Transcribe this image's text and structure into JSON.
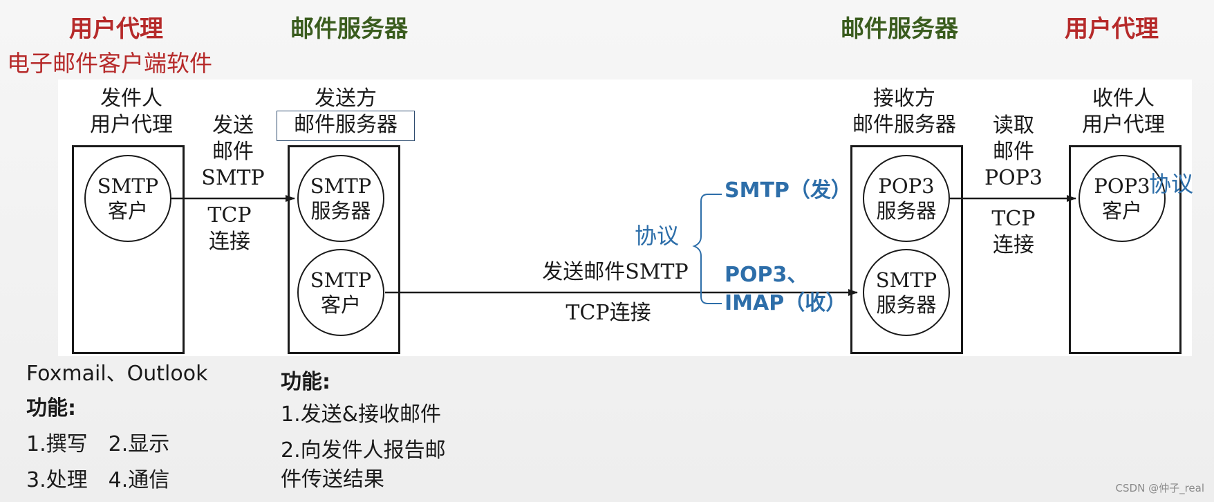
{
  "header": {
    "left_user_agent": "用户代理",
    "left_user_agent_sub": "电子邮件客户端软件",
    "left_mail_server": "邮件服务器",
    "right_mail_server": "邮件服务器",
    "right_user_agent": "用户代理"
  },
  "nodes": {
    "sender_agent": {
      "line1": "发件人",
      "line2": "用户代理",
      "circle_line1": "SMTP",
      "circle_line2": "客户"
    },
    "sender_server": {
      "line1": "发送方",
      "line2": "邮件服务器",
      "top_circle_line1": "SMTP",
      "top_circle_line2": "服务器",
      "bottom_circle_line1": "SMTP",
      "bottom_circle_line2": "客户"
    },
    "receiver_server": {
      "line1": "接收方",
      "line2": "邮件服务器",
      "top_circle_line1": "POP3",
      "top_circle_line2": "服务器",
      "bottom_circle_line1": "SMTP",
      "bottom_circle_line2": "服务器"
    },
    "receiver_agent": {
      "line1": "收件人",
      "line2": "用户代理",
      "circle_line1": "POP3",
      "circle_line2": "客户"
    }
  },
  "links": {
    "send_line1": "发送",
    "send_line2": "邮件",
    "send_line3": "SMTP",
    "send_tcp1": "TCP",
    "send_tcp2": "连接",
    "relay_label": "发送邮件SMTP",
    "relay_tcp": "TCP连接",
    "read_line1": "读取",
    "read_line2": "邮件",
    "read_line3": "POP3",
    "read_tcp1": "TCP",
    "read_tcp2": "连接"
  },
  "annotations": {
    "protocol": "协议",
    "smtp_send": "SMTP（发）",
    "pop3": "POP3、",
    "imap_receive": "IMAP（收）",
    "protocol_right": "协议"
  },
  "notes": {
    "client_examples": "Foxmail、Outlook",
    "client_functions_title": "功能:",
    "client_func_row1": "1.撰写　2.显示",
    "client_func_row2": "3.处理　4.通信",
    "server_functions_title": "功能:",
    "server_func1": "1.发送&接收邮件",
    "server_func2_line1": "2.向发件人报告邮",
    "server_func2_line2": "件传送结果"
  },
  "watermark": "CSDN @仲子_real",
  "colors": {
    "title_red": "#b62a2a",
    "title_green": "#3a5c1e",
    "annotation_blue": "#2d6ea9"
  }
}
